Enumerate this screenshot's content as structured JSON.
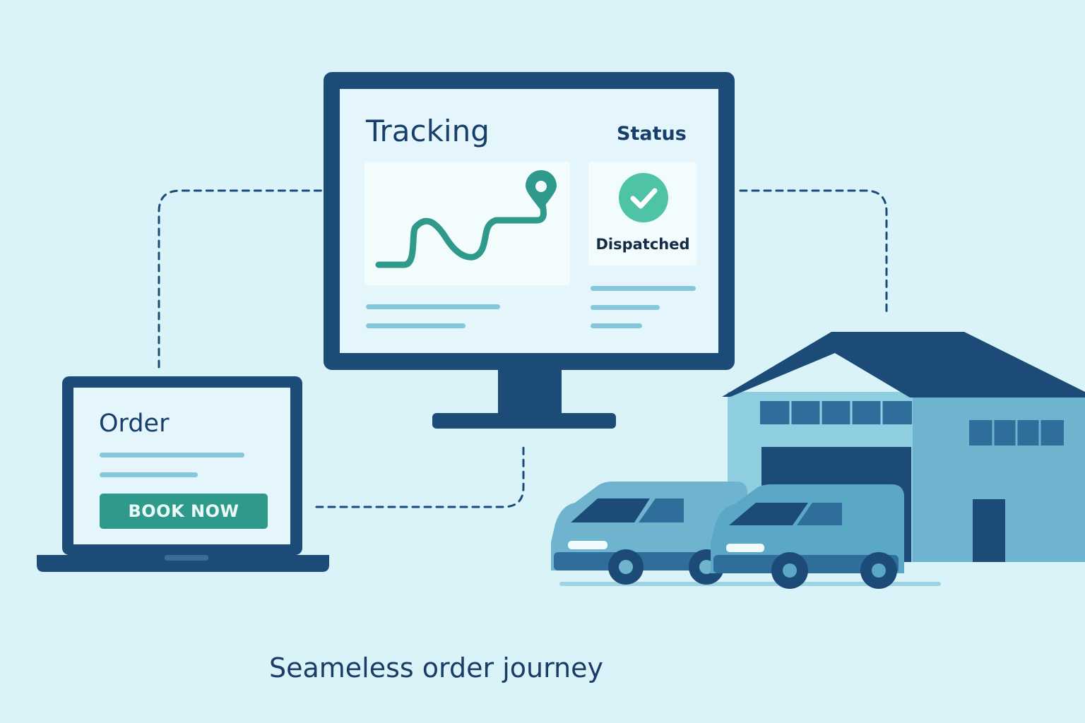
{
  "monitor": {
    "tracking_title": "Tracking",
    "status_title": "Status",
    "status_value": "Dispatched",
    "status_icon": "check-circle-icon",
    "map_icon": "location-pin-icon"
  },
  "laptop": {
    "order_title": "Order",
    "book_button_label": "BOOK NOW"
  },
  "caption": "Seameless order journey",
  "colors": {
    "background": "#d9f3f8",
    "navy": "#1c4b77",
    "teal": "#2f9a8c",
    "status_green": "#4ec3a6",
    "van_blue": "#6fb4cf",
    "warehouse_blue": "#8fcde0"
  }
}
